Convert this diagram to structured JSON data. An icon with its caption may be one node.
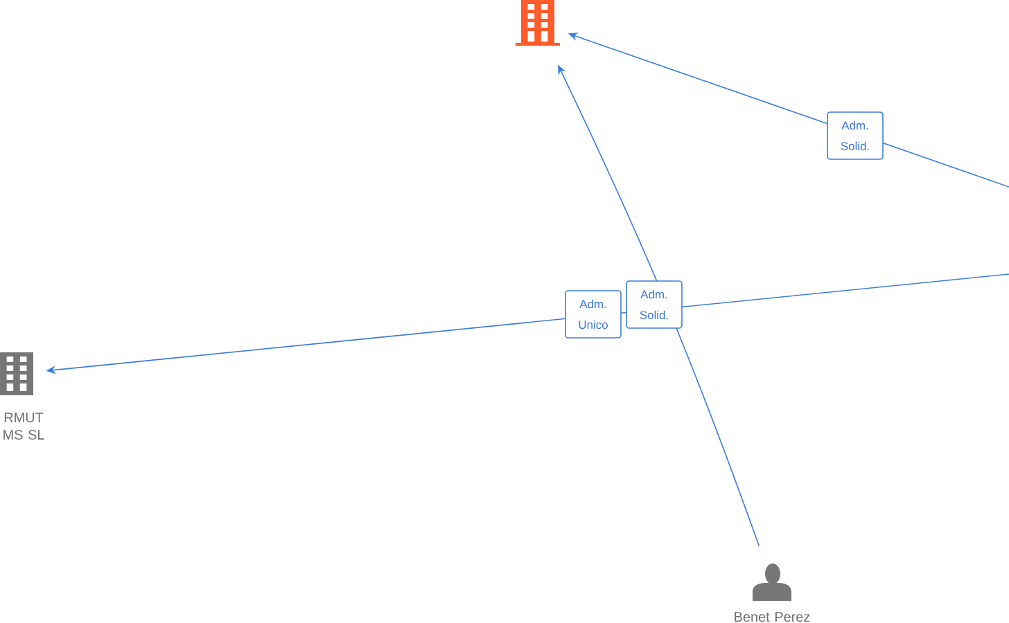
{
  "diagram": {
    "nodes": [
      {
        "text": [],
        "shape": "building"
      },
      {
        "text": [
          "RMUT MS SL"
        ]
      },
      {
        "text": [
          "Benet Perez"
        ]
      }
    ],
    "edges": [
      {
        "from": null,
        "to": 0,
        "arrow": "to",
        "label": "Adm. Solid."
      },
      {
        "from": 2,
        "to": 0,
        "arrow": "to",
        "label": "Adm. Solid."
      },
      {
        "from": null,
        "to": 1,
        "arrow": "to",
        "label": "Adm. Unico"
      }
    ]
  }
}
